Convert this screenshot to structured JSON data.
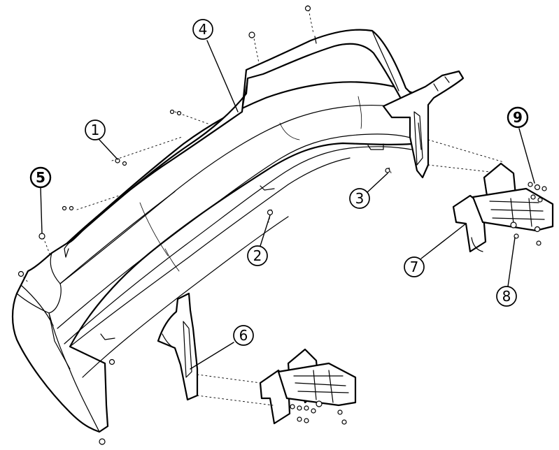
{
  "callouts": [
    {
      "id": "1",
      "label": "1",
      "bold": false
    },
    {
      "id": "2",
      "label": "2",
      "bold": false
    },
    {
      "id": "3",
      "label": "3",
      "bold": false
    },
    {
      "id": "4",
      "label": "4",
      "bold": false
    },
    {
      "id": "5",
      "label": "5",
      "bold": true
    },
    {
      "id": "6",
      "label": "6",
      "bold": false
    },
    {
      "id": "7",
      "label": "7",
      "bold": false
    },
    {
      "id": "8",
      "label": "8",
      "bold": false
    },
    {
      "id": "9",
      "label": "9",
      "bold": true
    }
  ],
  "colors": {
    "line": "#000000",
    "background": "#ffffff"
  }
}
